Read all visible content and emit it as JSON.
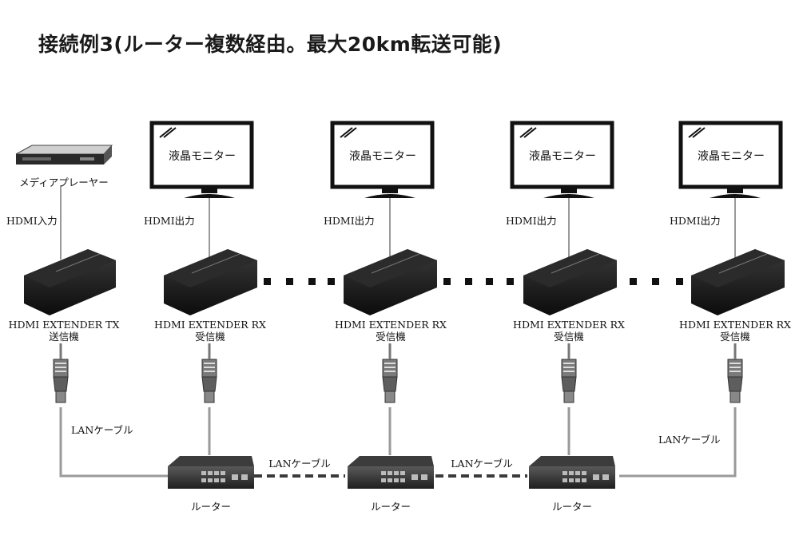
{
  "title": "接続例3(ルーター複数経由。最大20km転送可能)",
  "source": {
    "label": "メディアプレーヤー",
    "port_label": "HDMI入力"
  },
  "transmitter": {
    "name": "HDMI EXTENDER TX",
    "role": "送信機"
  },
  "receivers": [
    {
      "monitor": "液晶モニター",
      "port_label": "HDMI出力",
      "name": "HDMI EXTENDER RX",
      "role": "受信機"
    },
    {
      "monitor": "液晶モニター",
      "port_label": "HDMI出力",
      "name": "HDMI EXTENDER RX",
      "role": "受信機"
    },
    {
      "monitor": "液晶モニター",
      "port_label": "HDMI出力",
      "name": "HDMI EXTENDER RX",
      "role": "受信機"
    },
    {
      "monitor": "液晶モニター",
      "port_label": "HDMI出力",
      "name": "HDMI EXTENDER RX",
      "role": "受信機"
    }
  ],
  "routers": [
    "ルーター",
    "ルーター",
    "ルーター"
  ],
  "cables": {
    "left": "LANケーブル",
    "router_link_1": "LANケーブル",
    "router_link_2": "LANケーブル",
    "right": "LANケーブル"
  }
}
